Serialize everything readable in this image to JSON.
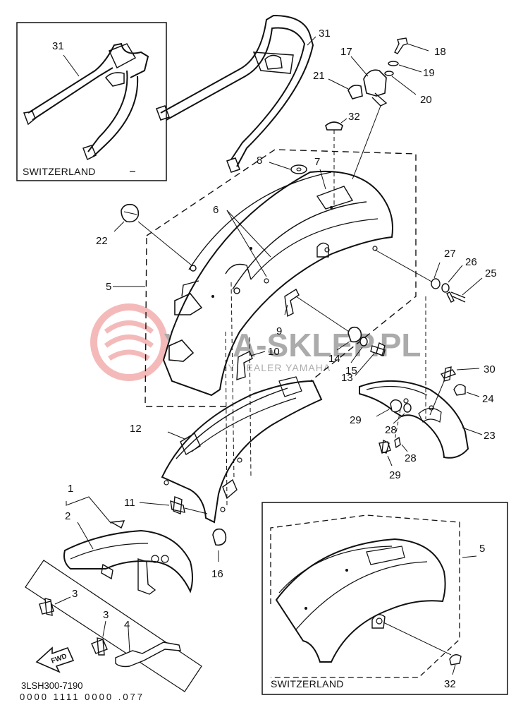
{
  "diagram": {
    "part_code": "3LSH300-7190",
    "bottom_code": "0000 1111 0000 .077",
    "fwd_label": "FWD",
    "inset_top_caption": "SWITZERLAND",
    "inset_bottom_caption": "SWITZERLAND",
    "watermark": {
      "title": "YAMA-SKLEP.PL",
      "subtitle": "WYŁĄCZNY DEALER YAMAHA"
    },
    "callouts": [
      {
        "id": "c1",
        "text": "1"
      },
      {
        "id": "c2",
        "text": "2"
      },
      {
        "id": "c3a",
        "text": "3"
      },
      {
        "id": "c3b",
        "text": "3"
      },
      {
        "id": "c4",
        "text": "4"
      },
      {
        "id": "c5a",
        "text": "5"
      },
      {
        "id": "c5b",
        "text": "5"
      },
      {
        "id": "c6",
        "text": "6"
      },
      {
        "id": "c7",
        "text": "7"
      },
      {
        "id": "c8",
        "text": "8"
      },
      {
        "id": "c9",
        "text": "9"
      },
      {
        "id": "c10",
        "text": "10"
      },
      {
        "id": "c11",
        "text": "11"
      },
      {
        "id": "c12",
        "text": "12"
      },
      {
        "id": "c13",
        "text": "13"
      },
      {
        "id": "c14",
        "text": "14"
      },
      {
        "id": "c15",
        "text": "15"
      },
      {
        "id": "c16",
        "text": "16"
      },
      {
        "id": "c17",
        "text": "17"
      },
      {
        "id": "c18",
        "text": "18"
      },
      {
        "id": "c19",
        "text": "19"
      },
      {
        "id": "c20",
        "text": "20"
      },
      {
        "id": "c21",
        "text": "21"
      },
      {
        "id": "c22",
        "text": "22"
      },
      {
        "id": "c23",
        "text": "23"
      },
      {
        "id": "c24",
        "text": "24"
      },
      {
        "id": "c25",
        "text": "25"
      },
      {
        "id": "c26",
        "text": "26"
      },
      {
        "id": "c27",
        "text": "27"
      },
      {
        "id": "c28a",
        "text": "28"
      },
      {
        "id": "c28b",
        "text": "28"
      },
      {
        "id": "c29a",
        "text": "29"
      },
      {
        "id": "c29b",
        "text": "29"
      },
      {
        "id": "c30",
        "text": "30"
      },
      {
        "id": "c31a",
        "text": "31"
      },
      {
        "id": "c31b",
        "text": "31"
      },
      {
        "id": "c32a",
        "text": "32"
      },
      {
        "id": "c32b",
        "text": "32"
      }
    ]
  }
}
